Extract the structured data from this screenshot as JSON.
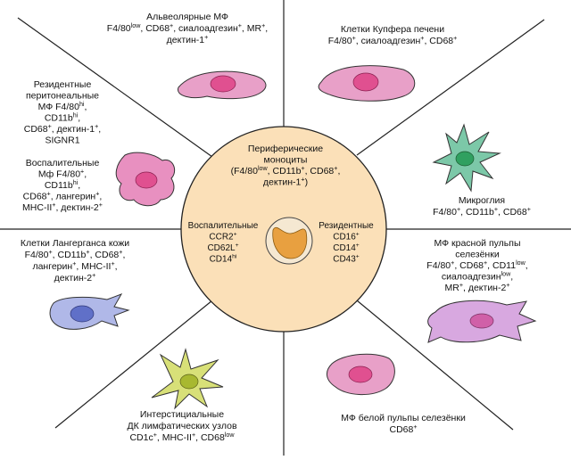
{
  "center": {
    "title_lines": [
      "Периферические",
      "моноциты",
      "(F4/80^low, CD11b^+, CD68^+,",
      "дектин-1^+)"
    ],
    "inflammatory_lines": [
      "Воспалительные",
      "CCR2^+",
      "CD62L^+",
      "CD14^hi"
    ],
    "resident_lines": [
      "Резидентные",
      "CD16^+",
      "CD14^+",
      "CD43^+"
    ]
  },
  "cells": [
    {
      "id": "alveolar",
      "lines": [
        "Альвеолярные МФ",
        "F4/80^low, CD68^+, сиалоадгезин^+, MR^+,",
        "дектин-1^+"
      ],
      "color": "#e8a0c8"
    },
    {
      "id": "kupffer",
      "lines": [
        "Клетки Купфера печени",
        "F4/80^+, сиалоадгезин^+, CD68^+"
      ],
      "color": "#e8a0c8"
    },
    {
      "id": "peritoneal",
      "lines": [
        "Резидентные",
        "перитонеальные",
        "МФ F4/80^hi,",
        "CD11b^hi,",
        "CD68^+, дектин-1^+,",
        "SIGNR1"
      ],
      "color": "#e8a0c8"
    },
    {
      "id": "inflammatory-mf",
      "lines": [
        "Воспалительные",
        "Мф F4/80^+,",
        "CD11b^hi,",
        "CD68^+, лангерин^+,",
        "MHC-II^+, дектин-2^+"
      ],
      "color": "#e890c0"
    },
    {
      "id": "microglia",
      "lines": [
        "Микроглия",
        "F4/80^+, CD11b^+, CD68^+"
      ],
      "color": "#7cc8a8"
    },
    {
      "id": "langerhans",
      "lines": [
        "Клетки Лангерганса кожи",
        "F4/80^+, CD11b^+, CD68^+,",
        "лангерин^+, MHC-II^+,",
        "дектин-2^+"
      ],
      "color": "#b0b8e8"
    },
    {
      "id": "red-pulp",
      "lines": [
        "МФ красной пульпы",
        "селезёнки",
        "F4/80^+, CD68^+, CD11^low,",
        "сиалоадгезин^low,",
        "MR^+, дектин-2^+"
      ],
      "color": "#d8a8e0"
    },
    {
      "id": "interstitial-dc",
      "lines": [
        "Интерстициальные",
        "ДК лимфатических узлов",
        "CD1c^+, MHC-II^+, CD68^low"
      ],
      "color": "#d8e078"
    },
    {
      "id": "white-pulp",
      "lines": [
        "МФ белой пульпы селезёнки",
        "CD68^+"
      ],
      "color": "#e8a0c8"
    }
  ],
  "colors": {
    "center_fill": "#fbe0b8",
    "nucleus": "#e8a040",
    "cell_outline": "#333333"
  }
}
